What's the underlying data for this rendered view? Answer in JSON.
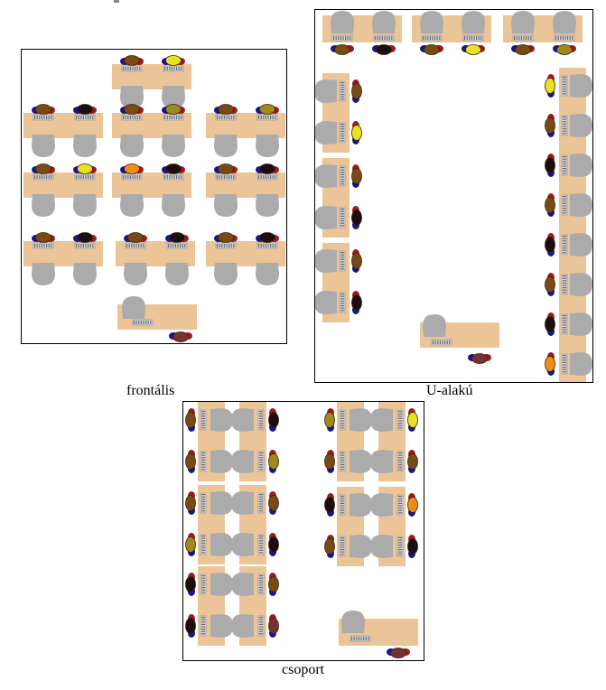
{
  "captions": {
    "frontal": "frontális",
    "u_shape": "U-alakú",
    "group": "csoport"
  },
  "colors": {
    "desk": "#ebc598",
    "chair": "#ababab",
    "keyboard": "#d6d6d6",
    "shoulder_blue": "#15158c",
    "shoulder_red": "#a01818",
    "head_brown": "#7a4a14",
    "head_black": "#1c0e0e",
    "head_yellow": "#e8e020",
    "head_olive": "#a08a1c",
    "head_orange": "#f08c18",
    "head_teacher": "#7a3030"
  }
}
